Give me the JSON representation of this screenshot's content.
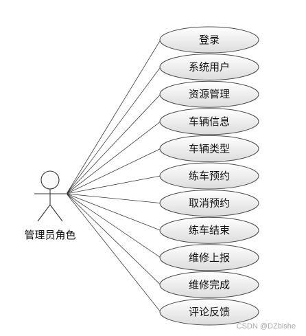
{
  "actor": {
    "label": "管理员角色"
  },
  "use_cases": [
    "登录",
    "系统用户",
    "资源管理",
    "车辆信息",
    "车辆类型",
    "练车预约",
    "取消预约",
    "练车结束",
    "维修上报",
    "维修完成",
    "评论反馈"
  ],
  "watermark": "CSDN @DZbishe",
  "colors": {
    "ellipse_fill_top": "#ffffff",
    "ellipse_fill_bottom": "#dedede",
    "ellipse_stroke": "#4a4a4a",
    "line": "#3a3a3a"
  }
}
